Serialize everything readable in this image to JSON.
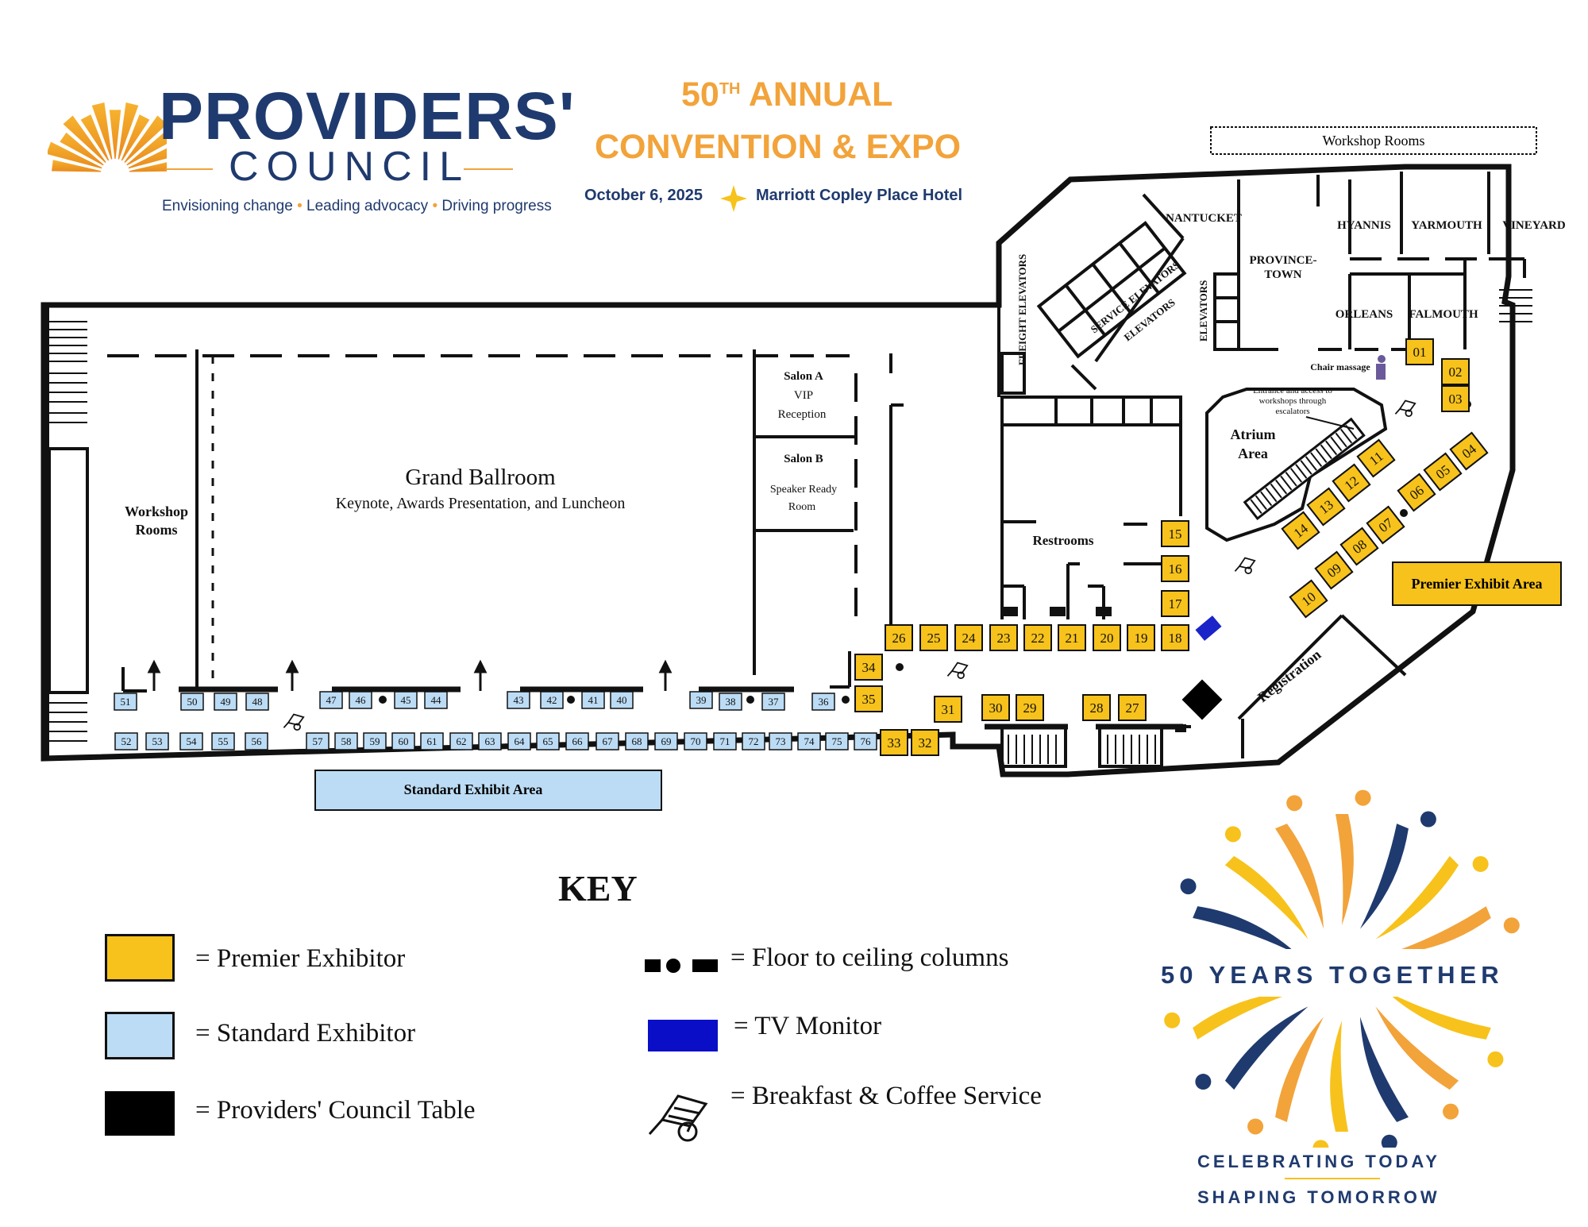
{
  "header": {
    "org_name_line1": "PROVIDERS'",
    "org_name_line2": "COUNCIL",
    "tagline_part1": "Envisioning change",
    "tagline_part2": "Leading advocacy",
    "tagline_part3": "Driving progress",
    "tagline_separator": "•",
    "event_ordinal_number": "50",
    "event_ordinal_suffix": "TH",
    "event_title_line1_rest": "ANNUAL",
    "event_title_line2": "CONVENTION & EXPO",
    "event_date": "October 6, 2025",
    "event_venue": "Marriott Copley Place Hotel"
  },
  "map": {
    "rooms": {
      "workshop_top": "Workshop Rooms",
      "nantucket": "NANTUCKET",
      "hyannis": "HYANNIS",
      "yarmouth": "YARMOUTH",
      "vineyard": "VINEYARD",
      "provincetown_1": "PROVINCE-",
      "provincetown_2": "TOWN",
      "orleans": "ORLEANS",
      "falmouth": "FALMOUTH",
      "freight_elevators": "FREIGHT ELEVATORS",
      "service_elevators": "SERVICE ELEVATORS",
      "elevators_diag": "ELEVATORS",
      "elevators_vert": "ELEVATORS",
      "grand_ballroom": "Grand Ballroom",
      "grand_ballroom_sub": "Keynote, Awards Presentation, and Luncheon",
      "workshop_left_1": "Workshop",
      "workshop_left_2": "Rooms",
      "salon_a": "Salon A",
      "salon_a_sub1": "VIP",
      "salon_a_sub2": "Reception",
      "salon_b": "Salon B",
      "salon_b_sub1": "Speaker Ready",
      "salon_b_sub2": "Room",
      "restrooms": "Restrooms",
      "atrium_1": "Atrium",
      "atrium_2": "Area",
      "atrium_note_1": "Entrance and access to",
      "atrium_note_2": "workshops through",
      "atrium_note_3": "escalators",
      "chair_massage": "Chair massage",
      "registration": "Registration",
      "premier_area": "Premier Exhibit Area",
      "standard_area": "Standard Exhibit Area"
    },
    "premier_booths": [
      {
        "id": "01"
      },
      {
        "id": "02"
      },
      {
        "id": "03"
      },
      {
        "id": "04"
      },
      {
        "id": "05"
      },
      {
        "id": "06"
      },
      {
        "id": "07"
      },
      {
        "id": "08"
      },
      {
        "id": "09"
      },
      {
        "id": "10"
      },
      {
        "id": "11"
      },
      {
        "id": "12"
      },
      {
        "id": "13"
      },
      {
        "id": "14"
      },
      {
        "id": "15"
      },
      {
        "id": "16"
      },
      {
        "id": "17"
      },
      {
        "id": "18"
      },
      {
        "id": "19"
      },
      {
        "id": "20"
      },
      {
        "id": "21"
      },
      {
        "id": "22"
      },
      {
        "id": "23"
      },
      {
        "id": "24"
      },
      {
        "id": "25"
      },
      {
        "id": "26"
      },
      {
        "id": "27"
      },
      {
        "id": "28"
      },
      {
        "id": "29"
      },
      {
        "id": "30"
      },
      {
        "id": "31"
      },
      {
        "id": "32"
      },
      {
        "id": "33"
      },
      {
        "id": "34"
      },
      {
        "id": "35"
      }
    ],
    "standard_booths": [
      {
        "id": "36"
      },
      {
        "id": "37"
      },
      {
        "id": "38"
      },
      {
        "id": "39"
      },
      {
        "id": "40"
      },
      {
        "id": "41"
      },
      {
        "id": "42"
      },
      {
        "id": "43"
      },
      {
        "id": "44"
      },
      {
        "id": "45"
      },
      {
        "id": "46"
      },
      {
        "id": "47"
      },
      {
        "id": "48"
      },
      {
        "id": "49"
      },
      {
        "id": "50"
      },
      {
        "id": "51"
      },
      {
        "id": "52"
      },
      {
        "id": "53"
      },
      {
        "id": "54"
      },
      {
        "id": "55"
      },
      {
        "id": "56"
      },
      {
        "id": "57"
      },
      {
        "id": "58"
      },
      {
        "id": "59"
      },
      {
        "id": "60"
      },
      {
        "id": "61"
      },
      {
        "id": "62"
      },
      {
        "id": "63"
      },
      {
        "id": "64"
      },
      {
        "id": "65"
      },
      {
        "id": "66"
      },
      {
        "id": "67"
      },
      {
        "id": "68"
      },
      {
        "id": "69"
      },
      {
        "id": "70"
      },
      {
        "id": "71"
      },
      {
        "id": "72"
      },
      {
        "id": "73"
      },
      {
        "id": "74"
      },
      {
        "id": "75"
      },
      {
        "id": "76"
      }
    ]
  },
  "key": {
    "title": "KEY",
    "premier": "= Premier Exhibitor",
    "standard": "= Standard Exhibitor",
    "council_table": "= Providers' Council Table",
    "columns": "= Floor to ceiling columns",
    "tv": "= TV Monitor",
    "breakfast": "= Breakfast & Coffee Service"
  },
  "anniversary": {
    "headline": "50 YEARS TOGETHER",
    "line1": "CELEBRATING TODAY",
    "line2": "SHAPING TOMORROW"
  },
  "colors": {
    "premier": "#f7c21b",
    "standard": "#bcdcf5",
    "navy": "#1f3a6e",
    "orange": "#f2a33a",
    "tv": "#1a24c8",
    "black": "#000000"
  }
}
